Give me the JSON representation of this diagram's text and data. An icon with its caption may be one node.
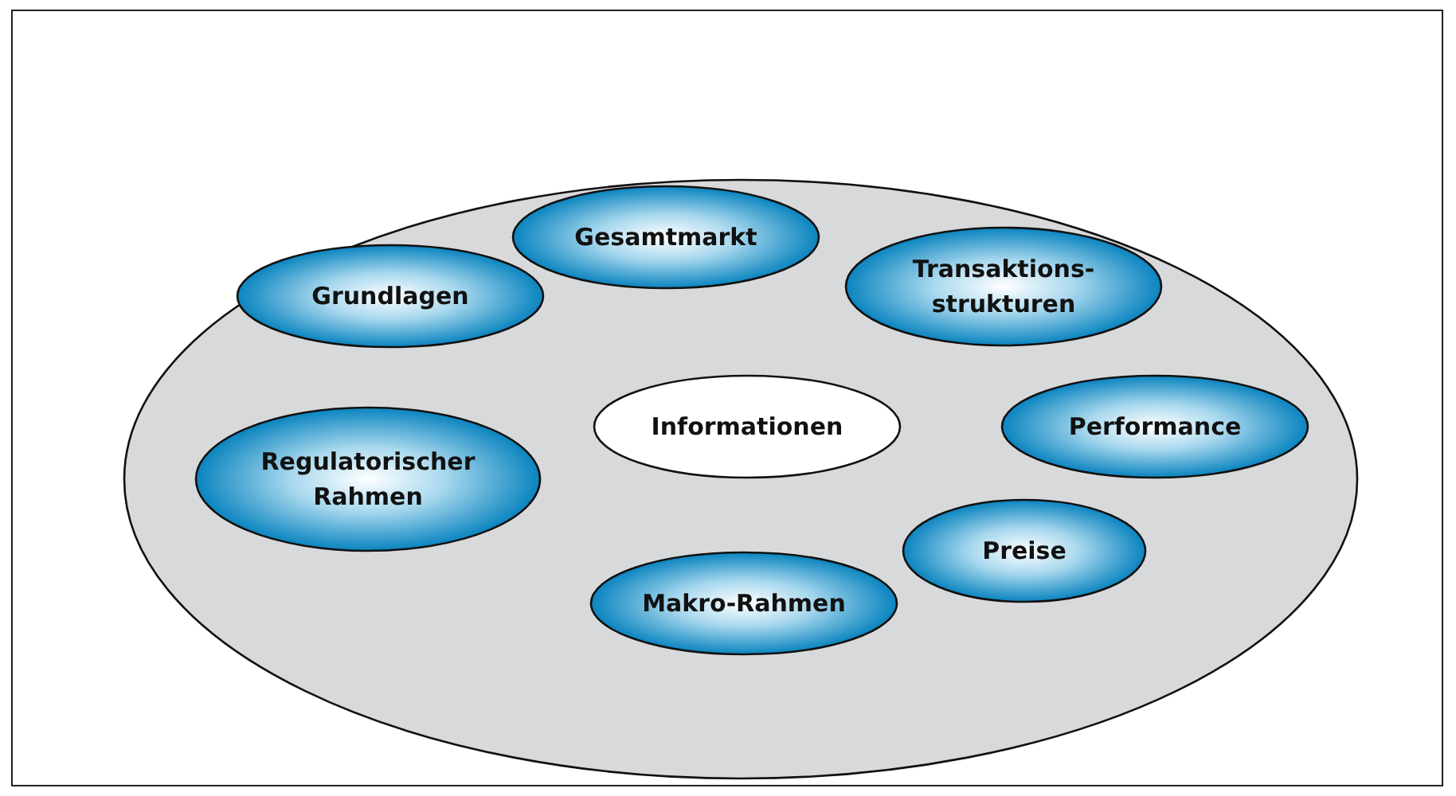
{
  "diagram": {
    "nodes": [
      {
        "text": [],
        "shape": "ellipse"
      },
      {
        "text": [
          "Gesamtmarkt"
        ],
        "in": 0
      },
      {
        "text": [
          "Grundlagen"
        ],
        "in": 0
      },
      {
        "text": [
          "Transaktions- strukturen"
        ],
        "in": 0
      },
      {
        "text": [
          "Informationen"
        ],
        "in": 0
      },
      {
        "text": [
          "Performance"
        ],
        "in": 0
      },
      {
        "text": [
          "Regulatorischer Rahmen"
        ],
        "in": 0
      },
      {
        "text": [
          "Preise"
        ],
        "in": 0
      },
      {
        "text": [
          "Makro-Rahmen"
        ],
        "in": 0
      }
    ]
  }
}
